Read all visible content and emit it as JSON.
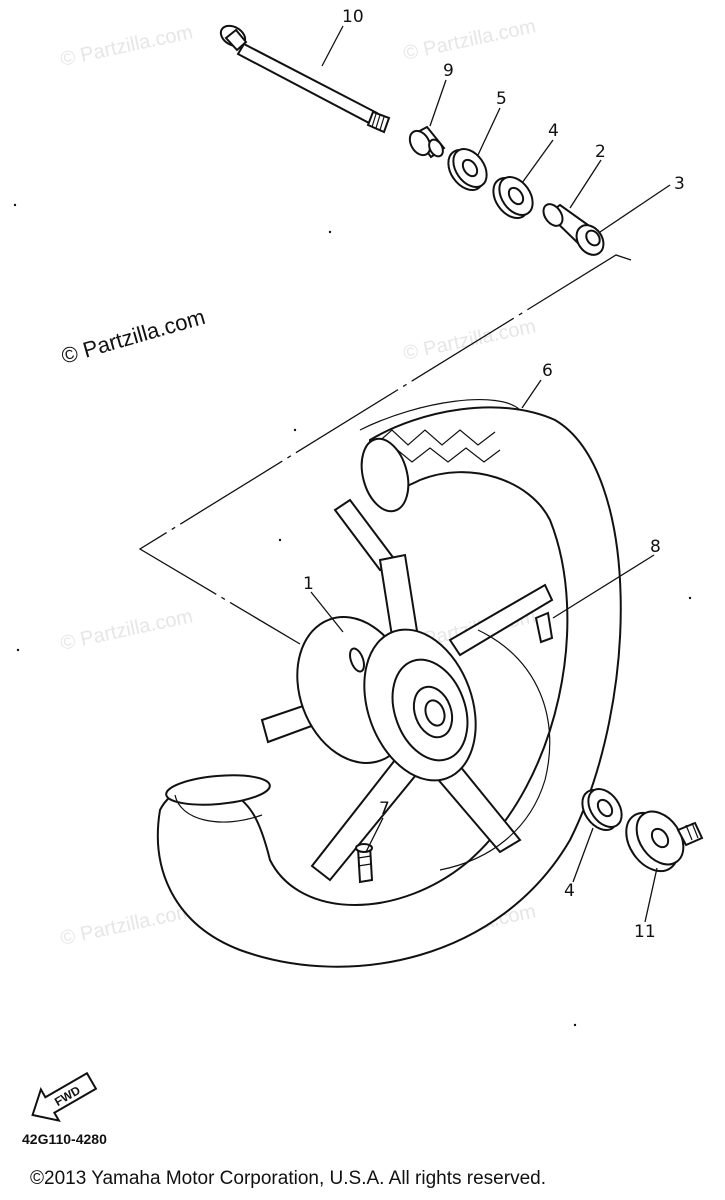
{
  "watermark_main": "© Partzilla.com",
  "watermark_faint": "© Partzilla.com",
  "fwd_label": "FWD",
  "diagram_code": "42G110-4280",
  "copyright": "©2013 Yamaha Motor Corporation, U.S.A. All rights reserved.",
  "callouts": {
    "axle": "10",
    "spacer_9": "9",
    "bearing_5": "5",
    "bearing_4_top": "4",
    "collar_2": "2",
    "collar_3": "3",
    "tire": "6",
    "valve_weight": "8",
    "wheel_hub": "1",
    "valve": "7",
    "bearing_4_bottom": "4",
    "gear_unit": "11"
  }
}
